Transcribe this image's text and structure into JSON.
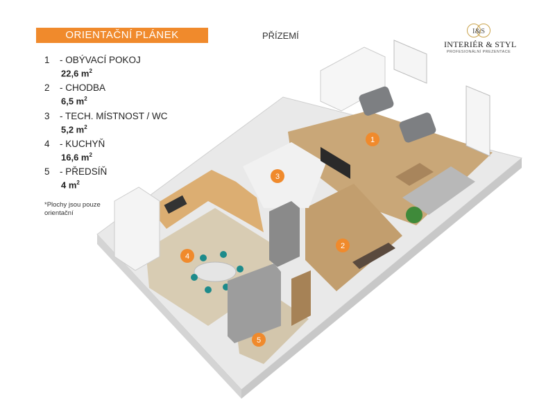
{
  "title": "ORIENTAČNÍ PLÁNEK MÍSTNOSTÍ",
  "floor": "PŘÍZEMÍ",
  "logo": {
    "initials": "I&S",
    "name": "INTERIÉR & STYL",
    "tagline": "PROFESIONÁLNÍ PREZENTACE"
  },
  "rooms": [
    {
      "num": "1",
      "name": "- OBÝVACÍ POKOJ",
      "area": "22,6 m",
      "unit_sup": "2"
    },
    {
      "num": "2",
      "name": "- CHODBA",
      "area": "6,5 m",
      "unit_sup": "2"
    },
    {
      "num": "3",
      "name": "- TECH. MÍSTNOST / WC",
      "area": "5,2 m",
      "unit_sup": "2"
    },
    {
      "num": "4",
      "name": "- KUCHYŇ",
      "area": "16,6 m",
      "unit_sup": "2"
    },
    {
      "num": "5",
      "name": "- PŘEDSÍŇ",
      "area": "4 m",
      "unit_sup": "2"
    }
  ],
  "note": "*Plochy jsou pouze orientační",
  "markers": [
    "1",
    "2",
    "3",
    "4",
    "5"
  ],
  "colors": {
    "accent": "#f08a2c",
    "wall": "#eeeeee",
    "wood_floor": "#c9a778",
    "tile_floor": "#d8ccb3",
    "marker": "#f08a2c"
  }
}
